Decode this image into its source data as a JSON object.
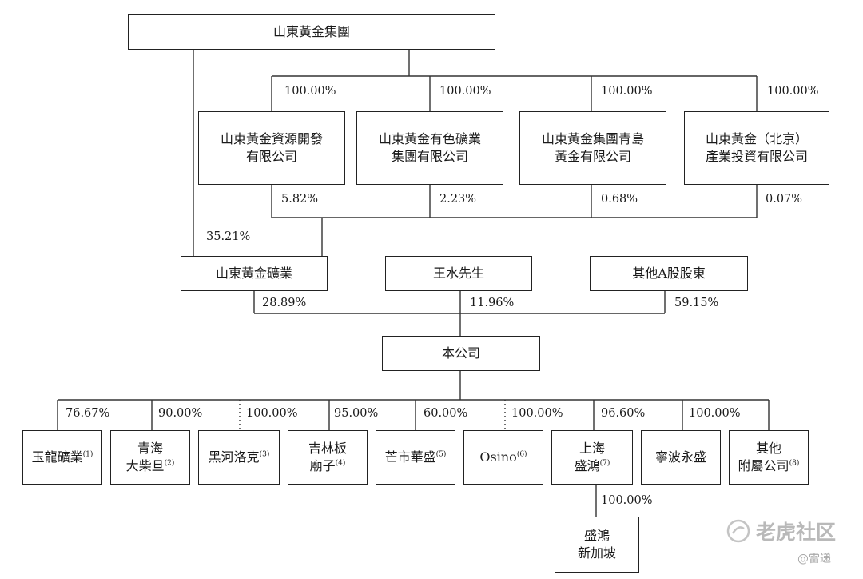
{
  "nodes": {
    "group": "山東黃金集團",
    "resource_dev": [
      "山東黃金資源開發",
      "有限公司"
    ],
    "nonferrous": [
      "山東黃金有色礦業",
      "集團有限公司"
    ],
    "qingdao": [
      "山東黃金集團青島",
      "黃金有限公司"
    ],
    "beijing": [
      "山東黃金（北京）",
      "產業投資有限公司"
    ],
    "mining": "山東黃金礦業",
    "wang": "王水先生",
    "other_a": "其他A股股東",
    "company": "本公司",
    "yulong": {
      "name": "玉龍礦業",
      "note": "(1)"
    },
    "qinghai": {
      "name": [
        "青海",
        "大柴旦"
      ],
      "note": "(2)"
    },
    "heihe": {
      "name": "黑河洛克",
      "note": "(3)"
    },
    "jilin": {
      "name": [
        "吉林板",
        "廟子"
      ],
      "note": "(4)"
    },
    "mangshi": {
      "name": "芒市華盛",
      "note": "(5)"
    },
    "osino": {
      "name": "Osino",
      "note": "(6)"
    },
    "shanghai": {
      "name": [
        "上海",
        "盛鴻"
      ],
      "note": "(7)"
    },
    "ningbo": {
      "name": "寧波永盛"
    },
    "other_sub": {
      "name": [
        "其他",
        "附屬公司"
      ],
      "note": "(8)"
    },
    "singapore": [
      "盛鴻",
      "新加坡"
    ]
  },
  "percentages": {
    "resource_dev_in": "100.00%",
    "nonferrous_in": "100.00%",
    "qingdao_in": "100.00%",
    "beijing_in": "100.00%",
    "resource_dev_out": "5.82%",
    "nonferrous_out": "2.23%",
    "qingdao_out": "0.68%",
    "beijing_out": "0.07%",
    "group_direct": "35.21%",
    "mining_out": "28.89%",
    "wang_out": "11.96%",
    "other_a_out": "59.15%",
    "yulong": "76.67%",
    "qinghai": "90.00%",
    "heihe": "100.00%",
    "jilin": "95.00%",
    "mangshi": "60.00%",
    "osino": "100.00%",
    "shanghai": "96.60%",
    "ningbo": "100.00%",
    "singapore": "100.00%"
  },
  "watermark": {
    "site": "老虎社区",
    "user": "@雷递"
  }
}
